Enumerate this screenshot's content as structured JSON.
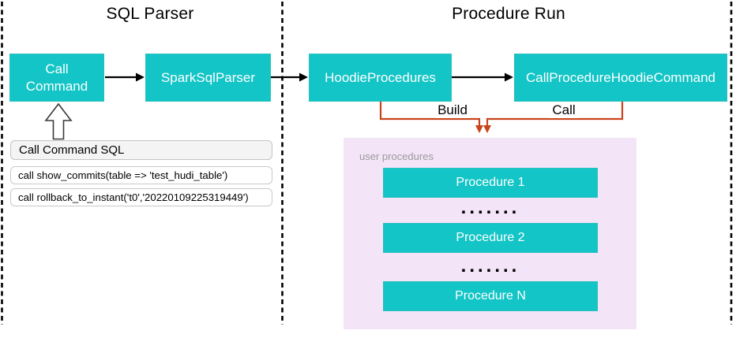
{
  "colors": {
    "node_teal": "#13c5c6",
    "connector_orange": "#c8441c",
    "arrow_black": "#000000",
    "user_procedures_bg": "#f3e4f7",
    "sql_header_bg": "#f4f4f4"
  },
  "sections": {
    "sql_parser": {
      "title": "SQL Parser"
    },
    "procedure_run": {
      "title": "Procedure Run"
    }
  },
  "nodes": {
    "call_command": {
      "label": "Call Command"
    },
    "spark_sql_parser": {
      "label": "SparkSqlParser"
    },
    "hoodie_procedures": {
      "label": "HoodieProcedures"
    },
    "call_procedure_hoodie_command": {
      "label": "CallProcedureHoodieCommand"
    }
  },
  "edges": {
    "build_label": "Build",
    "call_label": "Call"
  },
  "sql_box": {
    "header": "Call Command SQL",
    "rows": [
      "call show_commits(table => 'test_hudi_table')",
      "call rollback_to_instant('t0','20220109225319449')"
    ]
  },
  "user_procedures": {
    "label": "user procedures",
    "items": [
      "Procedure 1",
      "Procedure 2",
      "Procedure N"
    ],
    "ellipsis": "......."
  }
}
